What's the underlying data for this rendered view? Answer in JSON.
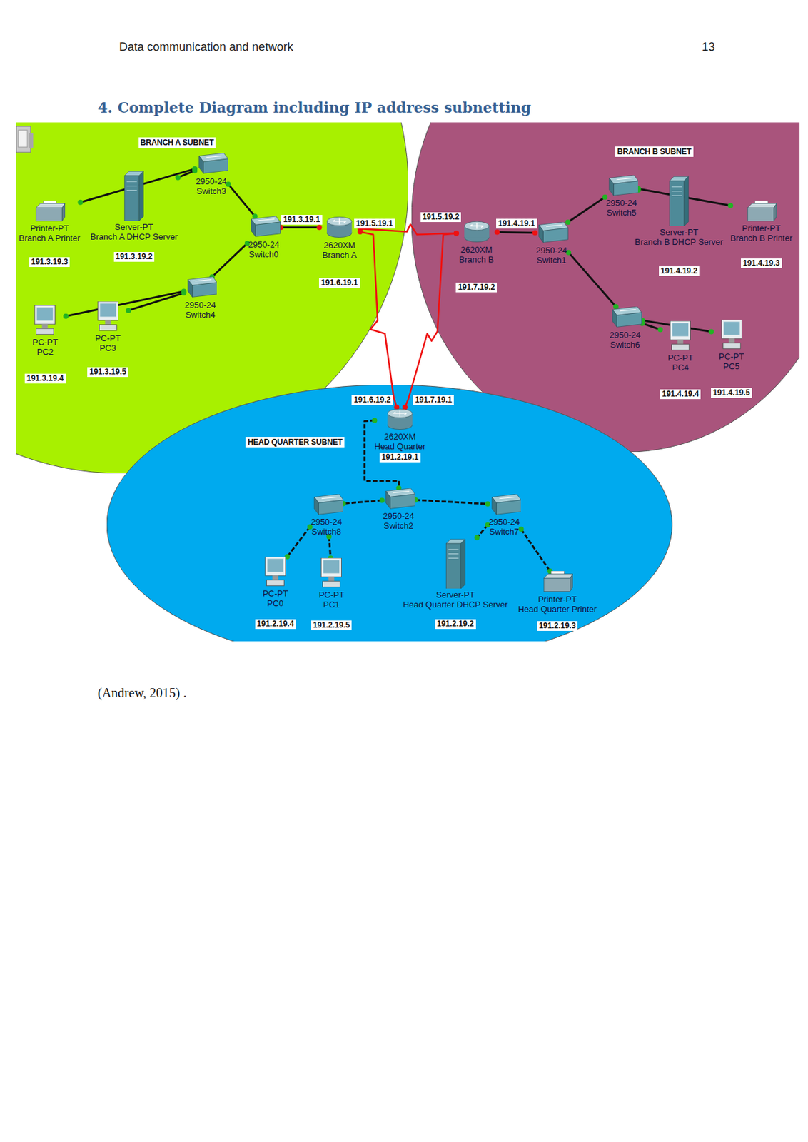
{
  "diagram": {
    "title": "4. Complete Diagram including IP address subnetting",
    "nodes": [
      {
        "text": [
          "BRANCH A SUBNET"
        ]
      },
      {
        "text": [
          "Printer-PT",
          "Branch A Printer",
          "191.3.19.3"
        ],
        "in": 0
      },
      {
        "text": [
          "Server-PT",
          "Branch A DHCP Server",
          "191.3.19.2"
        ],
        "in": 0
      },
      {
        "text": [
          "2950-24",
          "Switch3"
        ],
        "in": 0
      },
      {
        "text": [
          "2950-24",
          "Switch0"
        ],
        "in": 0
      },
      {
        "text": [
          "2620XM",
          "Branch A",
          "191.6.19.1"
        ],
        "in": 0
      },
      {
        "text": [
          "2950-24",
          "Switch4"
        ],
        "in": 0
      },
      {
        "text": [
          "PC-PT",
          "PC2",
          "191.3.19.4"
        ],
        "in": 0
      },
      {
        "text": [
          "PC-PT",
          "PC3",
          "191.3.19.5"
        ],
        "in": 0
      },
      {
        "text": [
          "BRANCH B SUBNET"
        ]
      },
      {
        "text": [
          "2620XM",
          "Branch B",
          "191.7.19.2"
        ],
        "in": 9
      },
      {
        "text": [
          "2950-24",
          "Switch1"
        ],
        "in": 9
      },
      {
        "text": [
          "2950-24",
          "Switch5"
        ],
        "in": 9
      },
      {
        "text": [
          "Server-PT",
          "Branch B DHCP Server",
          "191.4.19.2"
        ],
        "in": 9
      },
      {
        "text": [
          "Printer-PT",
          "Branch B Printer",
          "191.4.19.3"
        ],
        "in": 9
      },
      {
        "text": [
          "2950-24",
          "Switch6"
        ],
        "in": 9
      },
      {
        "text": [
          "PC-PT",
          "PC4",
          "191.4.19.4"
        ],
        "in": 9
      },
      {
        "text": [
          "PC-PT",
          "PC5",
          "191.4.19.5"
        ],
        "in": 9
      },
      {
        "text": [
          "HEAD QUARTER SUBNET"
        ]
      },
      {
        "text": [
          "2620XM",
          "Head Quarter",
          "191.2.19.1"
        ],
        "in": 18
      },
      {
        "text": [
          "2950-24",
          "Switch8"
        ],
        "in": 18
      },
      {
        "text": [
          "2950-24",
          "Switch2"
        ],
        "in": 18
      },
      {
        "text": [
          "2950-24",
          "Switch7"
        ],
        "in": 18
      },
      {
        "text": [
          "PC-PT",
          "PC0",
          "191.2.19.4"
        ],
        "in": 18
      },
      {
        "text": [
          "PC-PT",
          "PC1",
          "191.2.19.5"
        ],
        "in": 18
      },
      {
        "text": [
          "Server-PT",
          "Head Quarter DHCP Server",
          "191.2.19.2"
        ],
        "in": 18
      },
      {
        "text": [
          "Printer-PT",
          "Head Quarter Printer",
          "191.2.19.3"
        ],
        "in": 18
      }
    ],
    "edges": [
      {
        "from": 1,
        "to": 3,
        "arrow": "none"
      },
      {
        "from": 2,
        "to": 3,
        "arrow": "none"
      },
      {
        "from": 3,
        "to": 4,
        "arrow": "none"
      },
      {
        "from": 4,
        "to": 6,
        "arrow": "none"
      },
      {
        "from": 6,
        "to": 7,
        "arrow": "none"
      },
      {
        "from": 6,
        "to": 8,
        "arrow": "none"
      },
      {
        "from": 4,
        "to": 5,
        "label": "191.3.19.1",
        "arrow": "none"
      },
      {
        "from": 5,
        "to": 10,
        "label": "191.5.19.1",
        "arrow": "none"
      },
      {
        "from": 5,
        "to": 19,
        "label": "191.6.19.2",
        "arrow": "none"
      },
      {
        "from": 10,
        "to": 19,
        "label": "191.7.19.1",
        "arrow": "none"
      },
      {
        "from": 10,
        "to": 11,
        "label": "191.4.19.1",
        "arrow": "none"
      },
      {
        "from": 11,
        "to": 12,
        "arrow": "none"
      },
      {
        "from": 11,
        "to": 15,
        "arrow": "none"
      },
      {
        "from": 12,
        "to": 13,
        "arrow": "none"
      },
      {
        "from": 12,
        "to": 14,
        "arrow": "none"
      },
      {
        "from": 15,
        "to": 16,
        "arrow": "none"
      },
      {
        "from": 15,
        "to": 17,
        "arrow": "none"
      },
      {
        "from": 19,
        "to": 21,
        "arrow": "none"
      },
      {
        "from": 21,
        "to": 20,
        "arrow": "none"
      },
      {
        "from": 21,
        "to": 22,
        "arrow": "none"
      },
      {
        "from": 20,
        "to": 23,
        "arrow": "none"
      },
      {
        "from": 20,
        "to": 24,
        "arrow": "none"
      },
      {
        "from": 22,
        "to": 25,
        "arrow": "none"
      },
      {
        "from": 22,
        "to": 26,
        "arrow": "none"
      }
    ],
    "labels": [
      "Data communication and network",
      "13",
      "191.5.19.2",
      "(Andrew, 2015) ."
    ]
  }
}
